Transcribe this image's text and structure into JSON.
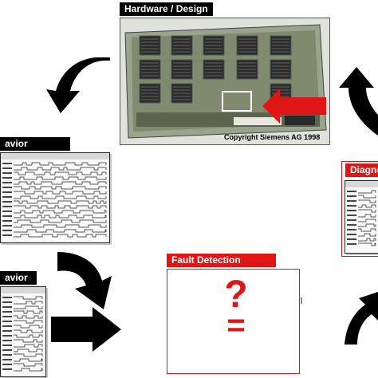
{
  "labels": {
    "hardware": "Hardware / Design",
    "behavior_top": "avior",
    "behavior_bottom": "avior",
    "fault_detection": "Fault Detection",
    "diagnosis": "Diagno",
    "copyright": "Copyright Siemens AG 1998",
    "question_mark": "?",
    "equals_sign": "="
  },
  "colors": {
    "accent_red": "#e01616",
    "label_black": "#000000"
  },
  "icons": [
    "curved-arrow-icon",
    "straight-arrow-icon",
    "pointer-arrow-icon"
  ]
}
